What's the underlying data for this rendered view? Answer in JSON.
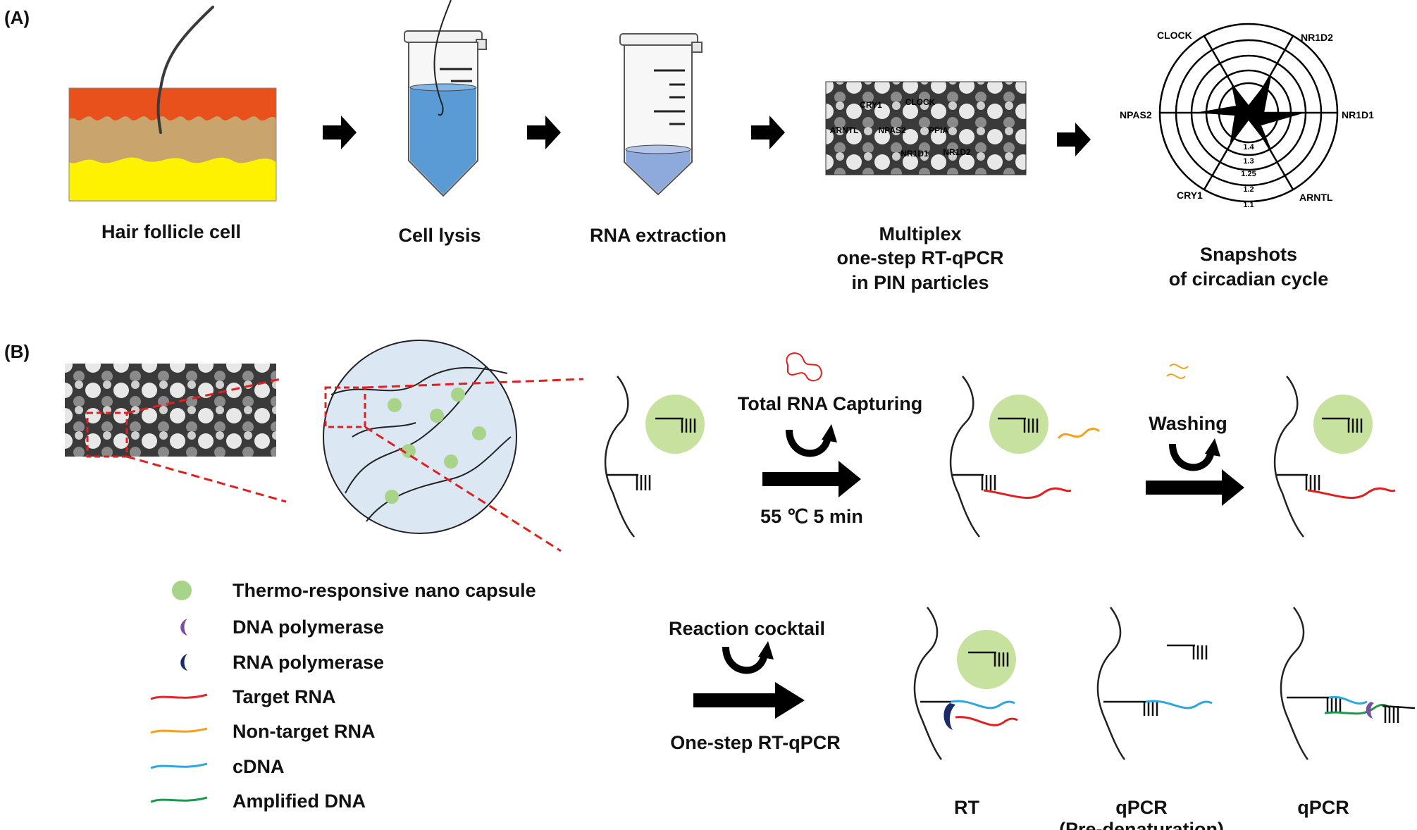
{
  "panel_a": {
    "tag": "(A)",
    "steps": [
      {
        "label": "Hair follicle cell"
      },
      {
        "label": "Cell lysis"
      },
      {
        "label": "RNA extraction"
      },
      {
        "label_lines": [
          "Multiplex",
          "one-step RT-qPCR",
          "in PIN particles"
        ]
      },
      {
        "label_lines": [
          "Snapshots",
          "of circadian cycle"
        ]
      }
    ],
    "pin_image_labels": [
      "CRY1",
      "CLOCK",
      "ARNTL",
      "NPAS2",
      "PPIA",
      "NR1D1",
      "NR1D2"
    ],
    "radar": {
      "axes": [
        "CLOCK",
        "NR1D2",
        "NR1D1",
        "ARNTL",
        "CRY1",
        "NPAS2"
      ],
      "ring_values": [
        "1.4",
        "1.3",
        "1.25",
        "1.2",
        "1.1"
      ]
    }
  },
  "panel_b": {
    "tag": "(B)",
    "step1": {
      "top": "Total RNA Capturing",
      "bottom": "55 ℃ 5 min"
    },
    "step2": {
      "top": "Washing"
    },
    "step3": {
      "top": "Reaction cocktail",
      "bottom": "One-step RT-qPCR"
    },
    "stages": [
      "RT",
      "qPCR",
      "(Pre-denaturation)",
      "qPCR"
    ],
    "legend": [
      {
        "label": "Thermo-responsive nano capsule",
        "color": "#a8d48a"
      },
      {
        "label": "DNA polymerase",
        "color": "#7b4fa0"
      },
      {
        "label": "RNA polymerase",
        "color": "#1b2a6b"
      },
      {
        "label": "Target RNA",
        "color": "#e0262b"
      },
      {
        "label": "Non-target RNA",
        "color": "#f3a11b"
      },
      {
        "label": "cDNA",
        "color": "#2ea6e0"
      },
      {
        "label": "Amplified DNA",
        "color": "#1a9a4a"
      }
    ]
  }
}
